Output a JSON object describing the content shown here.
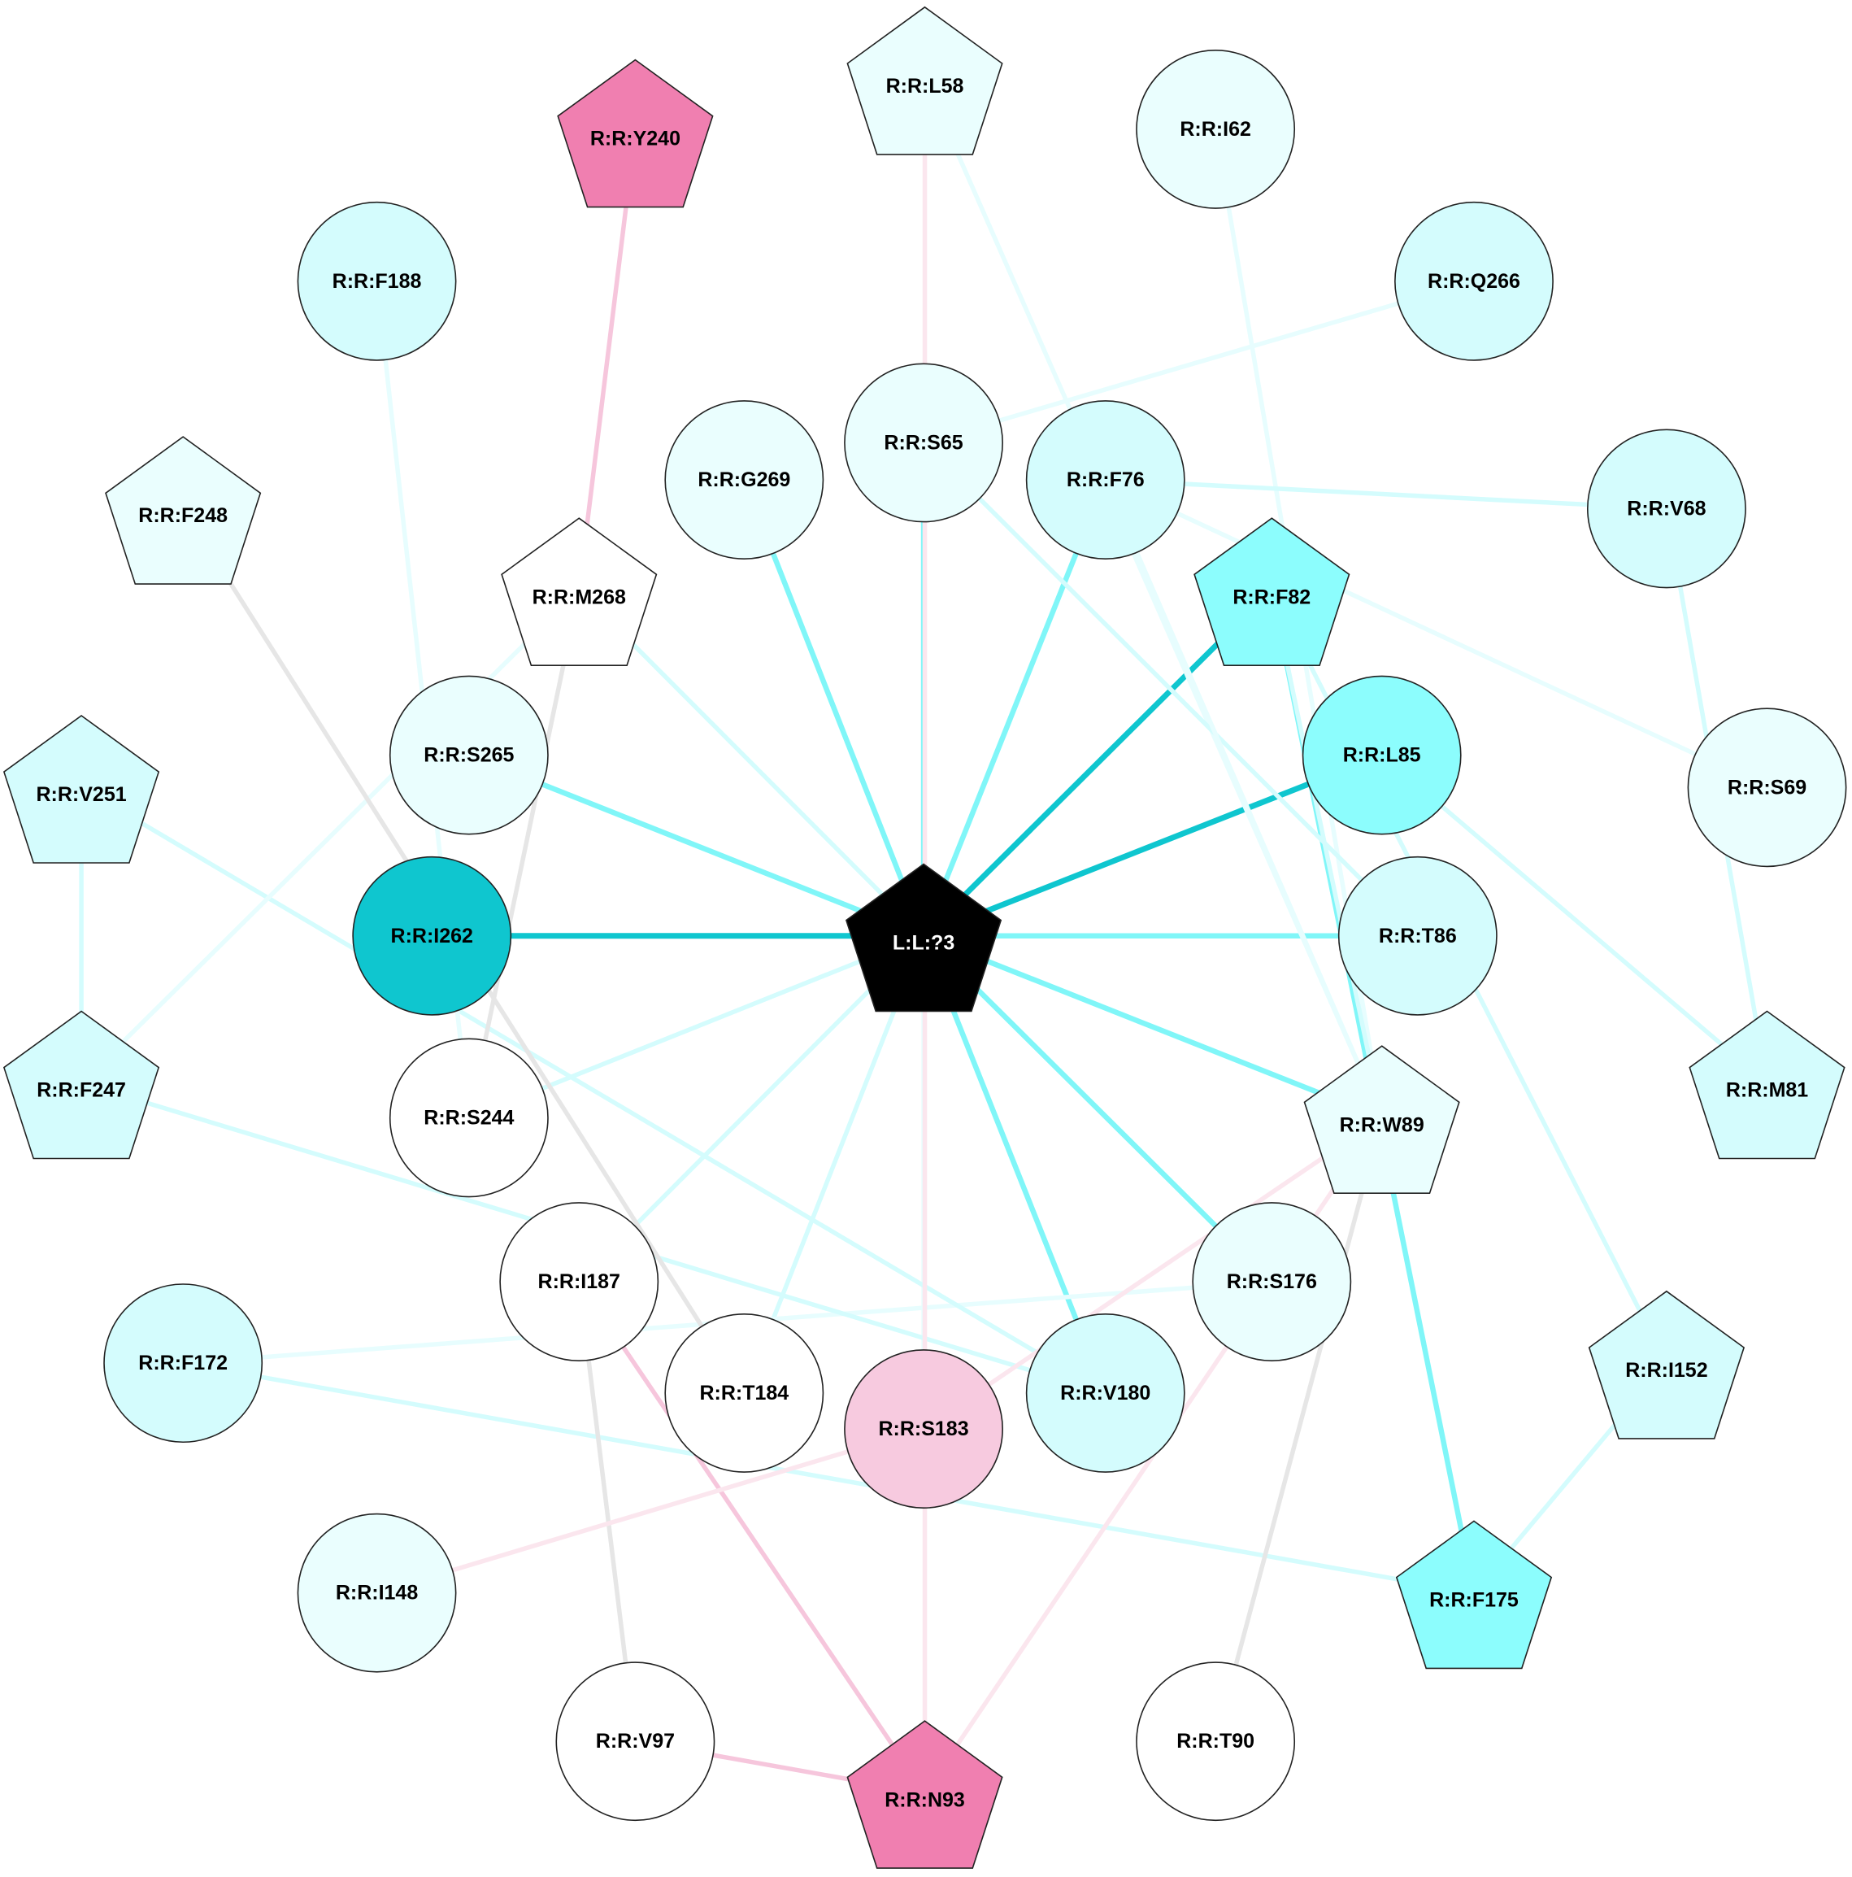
{
  "colors": {
    "edge_dark": "#0fc6cf",
    "edge_medium": "#80f6f8",
    "edge_light": "#d4fcfd",
    "edge_faint": "#e7fdfe",
    "edge_grey": "#e6e6e6",
    "edge_pink": "#f6c6dc",
    "edge_pink_faint": "#fbe6ee",
    "node_dark": "#0fc6cf",
    "node_medium": "#8cfdfd",
    "node_light": "#d4fcfd",
    "node_faint": "#eafefe",
    "node_white": "#ffffff",
    "node_pink": "#f07fb0",
    "node_pink_light": "#f7cadf",
    "node_black": "#000000"
  },
  "nodes": [
    {
      "id": "L:L:?3",
      "shape": "pentagon",
      "fill": "node_black",
      "text": "#ffffff"
    },
    {
      "id": "R:R:L58",
      "shape": "pentagon",
      "fill": "node_faint"
    },
    {
      "id": "R:R:Y240",
      "shape": "pentagon",
      "fill": "node_pink"
    },
    {
      "id": "R:R:I62",
      "shape": "circle",
      "fill": "node_faint"
    },
    {
      "id": "R:R:F188",
      "shape": "circle",
      "fill": "node_light"
    },
    {
      "id": "R:R:Q266",
      "shape": "circle",
      "fill": "node_light"
    },
    {
      "id": "R:R:S65",
      "shape": "circle",
      "fill": "node_faint"
    },
    {
      "id": "R:R:G269",
      "shape": "circle",
      "fill": "node_faint"
    },
    {
      "id": "R:R:F76",
      "shape": "circle",
      "fill": "node_light"
    },
    {
      "id": "R:R:F248",
      "shape": "pentagon",
      "fill": "node_faint"
    },
    {
      "id": "R:R:V68",
      "shape": "circle",
      "fill": "node_light"
    },
    {
      "id": "R:R:M268",
      "shape": "pentagon",
      "fill": "node_white"
    },
    {
      "id": "R:R:F82",
      "shape": "pentagon",
      "fill": "node_medium"
    },
    {
      "id": "R:R:S265",
      "shape": "circle",
      "fill": "node_faint"
    },
    {
      "id": "R:R:L85",
      "shape": "circle",
      "fill": "node_medium"
    },
    {
      "id": "R:R:S69",
      "shape": "circle",
      "fill": "node_faint"
    },
    {
      "id": "R:R:V251",
      "shape": "pentagon",
      "fill": "node_light"
    },
    {
      "id": "R:R:I262",
      "shape": "circle",
      "fill": "node_dark"
    },
    {
      "id": "R:R:T86",
      "shape": "circle",
      "fill": "node_light"
    },
    {
      "id": "R:R:F247",
      "shape": "pentagon",
      "fill": "node_light"
    },
    {
      "id": "R:R:S244",
      "shape": "circle",
      "fill": "node_white"
    },
    {
      "id": "R:R:W89",
      "shape": "pentagon",
      "fill": "node_faint"
    },
    {
      "id": "R:R:M81",
      "shape": "pentagon",
      "fill": "node_light"
    },
    {
      "id": "R:R:I187",
      "shape": "circle",
      "fill": "node_white"
    },
    {
      "id": "R:R:S176",
      "shape": "circle",
      "fill": "node_faint"
    },
    {
      "id": "R:R:F172",
      "shape": "circle",
      "fill": "node_light"
    },
    {
      "id": "R:R:T184",
      "shape": "circle",
      "fill": "node_white"
    },
    {
      "id": "R:R:V180",
      "shape": "circle",
      "fill": "node_light"
    },
    {
      "id": "R:R:S183",
      "shape": "circle",
      "fill": "node_pink_light"
    },
    {
      "id": "R:R:I152",
      "shape": "pentagon",
      "fill": "node_light"
    },
    {
      "id": "R:R:I148",
      "shape": "circle",
      "fill": "node_faint"
    },
    {
      "id": "R:R:F175",
      "shape": "pentagon",
      "fill": "node_medium"
    },
    {
      "id": "R:R:V97",
      "shape": "circle",
      "fill": "node_white"
    },
    {
      "id": "R:R:T90",
      "shape": "circle",
      "fill": "node_white"
    },
    {
      "id": "R:R:N93",
      "shape": "pentagon",
      "fill": "node_pink"
    }
  ],
  "edges": [
    {
      "from": "L:L:?3",
      "to": "R:R:I262",
      "color": "edge_dark"
    },
    {
      "from": "L:L:?3",
      "to": "R:R:F82",
      "color": "edge_dark"
    },
    {
      "from": "L:L:?3",
      "to": "R:R:L85",
      "color": "edge_dark"
    },
    {
      "from": "L:L:?3",
      "to": "R:R:S65",
      "color": "edge_medium"
    },
    {
      "from": "L:L:?3",
      "to": "R:R:G269",
      "color": "edge_medium"
    },
    {
      "from": "L:L:?3",
      "to": "R:R:F76",
      "color": "edge_medium"
    },
    {
      "from": "L:L:?3",
      "to": "R:R:S265",
      "color": "edge_medium"
    },
    {
      "from": "L:L:?3",
      "to": "R:R:T86",
      "color": "edge_medium"
    },
    {
      "from": "L:L:?3",
      "to": "R:R:W89",
      "color": "edge_medium"
    },
    {
      "from": "L:L:?3",
      "to": "R:R:S176",
      "color": "edge_medium"
    },
    {
      "from": "L:L:?3",
      "to": "R:R:V180",
      "color": "edge_medium"
    },
    {
      "from": "L:L:?3",
      "to": "R:R:M268",
      "color": "edge_light"
    },
    {
      "from": "L:L:?3",
      "to": "R:R:S244",
      "color": "edge_light"
    },
    {
      "from": "L:L:?3",
      "to": "R:R:I187",
      "color": "edge_light"
    },
    {
      "from": "L:L:?3",
      "to": "R:R:T184",
      "color": "edge_light"
    },
    {
      "from": "L:L:?3",
      "to": "R:R:S183",
      "color": "edge_faint"
    },
    {
      "from": "R:R:F82",
      "to": "R:R:F175",
      "color": "edge_medium"
    },
    {
      "from": "R:R:L58",
      "to": "R:R:W89",
      "color": "edge_faint"
    },
    {
      "from": "R:R:I62",
      "to": "R:R:W89",
      "color": "edge_faint"
    },
    {
      "from": "R:R:Q266",
      "to": "R:R:S65",
      "color": "edge_faint"
    },
    {
      "from": "R:R:S65",
      "to": "R:R:T86",
      "color": "edge_light"
    },
    {
      "from": "R:R:F76",
      "to": "R:R:V68",
      "color": "edge_light"
    },
    {
      "from": "R:R:F76",
      "to": "R:R:S69",
      "color": "edge_faint"
    },
    {
      "from": "R:R:F76",
      "to": "R:R:W89",
      "color": "edge_faint"
    },
    {
      "from": "R:R:V68",
      "to": "R:R:M81",
      "color": "edge_light"
    },
    {
      "from": "R:R:L85",
      "to": "R:R:M81",
      "color": "edge_light"
    },
    {
      "from": "R:R:F82",
      "to": "R:R:W89",
      "color": "edge_light"
    },
    {
      "from": "R:R:F82",
      "to": "R:R:I152",
      "color": "edge_light"
    },
    {
      "from": "R:R:I152",
      "to": "R:R:F175",
      "color": "edge_light"
    },
    {
      "from": "R:R:F172",
      "to": "R:R:F175",
      "color": "edge_light"
    },
    {
      "from": "R:R:F172",
      "to": "R:R:S176",
      "color": "edge_faint"
    },
    {
      "from": "R:R:V251",
      "to": "R:R:F247",
      "color": "edge_light"
    },
    {
      "from": "R:R:V251",
      "to": "R:R:V180",
      "color": "edge_light"
    },
    {
      "from": "R:R:F247",
      "to": "R:R:V180",
      "color": "edge_light"
    },
    {
      "from": "R:R:F247",
      "to": "R:R:M268",
      "color": "edge_faint"
    },
    {
      "from": "R:R:F188",
      "to": "R:R:S244",
      "color": "edge_faint"
    },
    {
      "from": "R:R:F248",
      "to": "R:R:T184",
      "color": "edge_grey"
    },
    {
      "from": "R:R:M268",
      "to": "R:R:S244",
      "color": "edge_grey"
    },
    {
      "from": "R:R:I187",
      "to": "R:R:V97",
      "color": "edge_grey"
    },
    {
      "from": "R:R:W89",
      "to": "R:R:T90",
      "color": "edge_grey"
    },
    {
      "from": "R:R:Y240",
      "to": "R:R:M268",
      "color": "edge_pink"
    },
    {
      "from": "R:R:I187",
      "to": "R:R:N93",
      "color": "edge_pink"
    },
    {
      "from": "R:R:V97",
      "to": "R:R:N93",
      "color": "edge_pink"
    },
    {
      "from": "R:R:L58",
      "to": "R:R:N93",
      "color": "edge_pink_faint"
    },
    {
      "from": "R:R:W89",
      "to": "R:R:N93",
      "color": "edge_pink_faint"
    },
    {
      "from": "R:R:W89",
      "to": "R:R:S183",
      "color": "edge_pink_faint"
    },
    {
      "from": "R:R:S183",
      "to": "R:R:I148",
      "color": "edge_pink_faint"
    }
  ]
}
